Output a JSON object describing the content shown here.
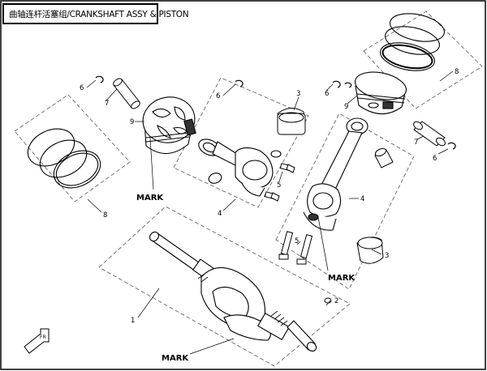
{
  "title": "曲轴连杆活塞组/CRANKSHAFT ASSY & PISTON",
  "callouts": {
    "c1": "1",
    "c2": "2",
    "c3a": "3",
    "c3b": "3",
    "c4a": "4",
    "c4b": "4",
    "c5a": "5",
    "c5b": "5",
    "c6a": "6",
    "c6b": "6",
    "c6c": "6",
    "c6d": "6",
    "c7a": "7",
    "c7b": "7",
    "c8a": "8",
    "c8b": "8",
    "c9a": "9",
    "c9b": "9"
  },
  "marks": {
    "left_piston": "MARK",
    "right_rod": "MARK",
    "crankshaft": "MARK"
  },
  "front_indicator": "FR"
}
